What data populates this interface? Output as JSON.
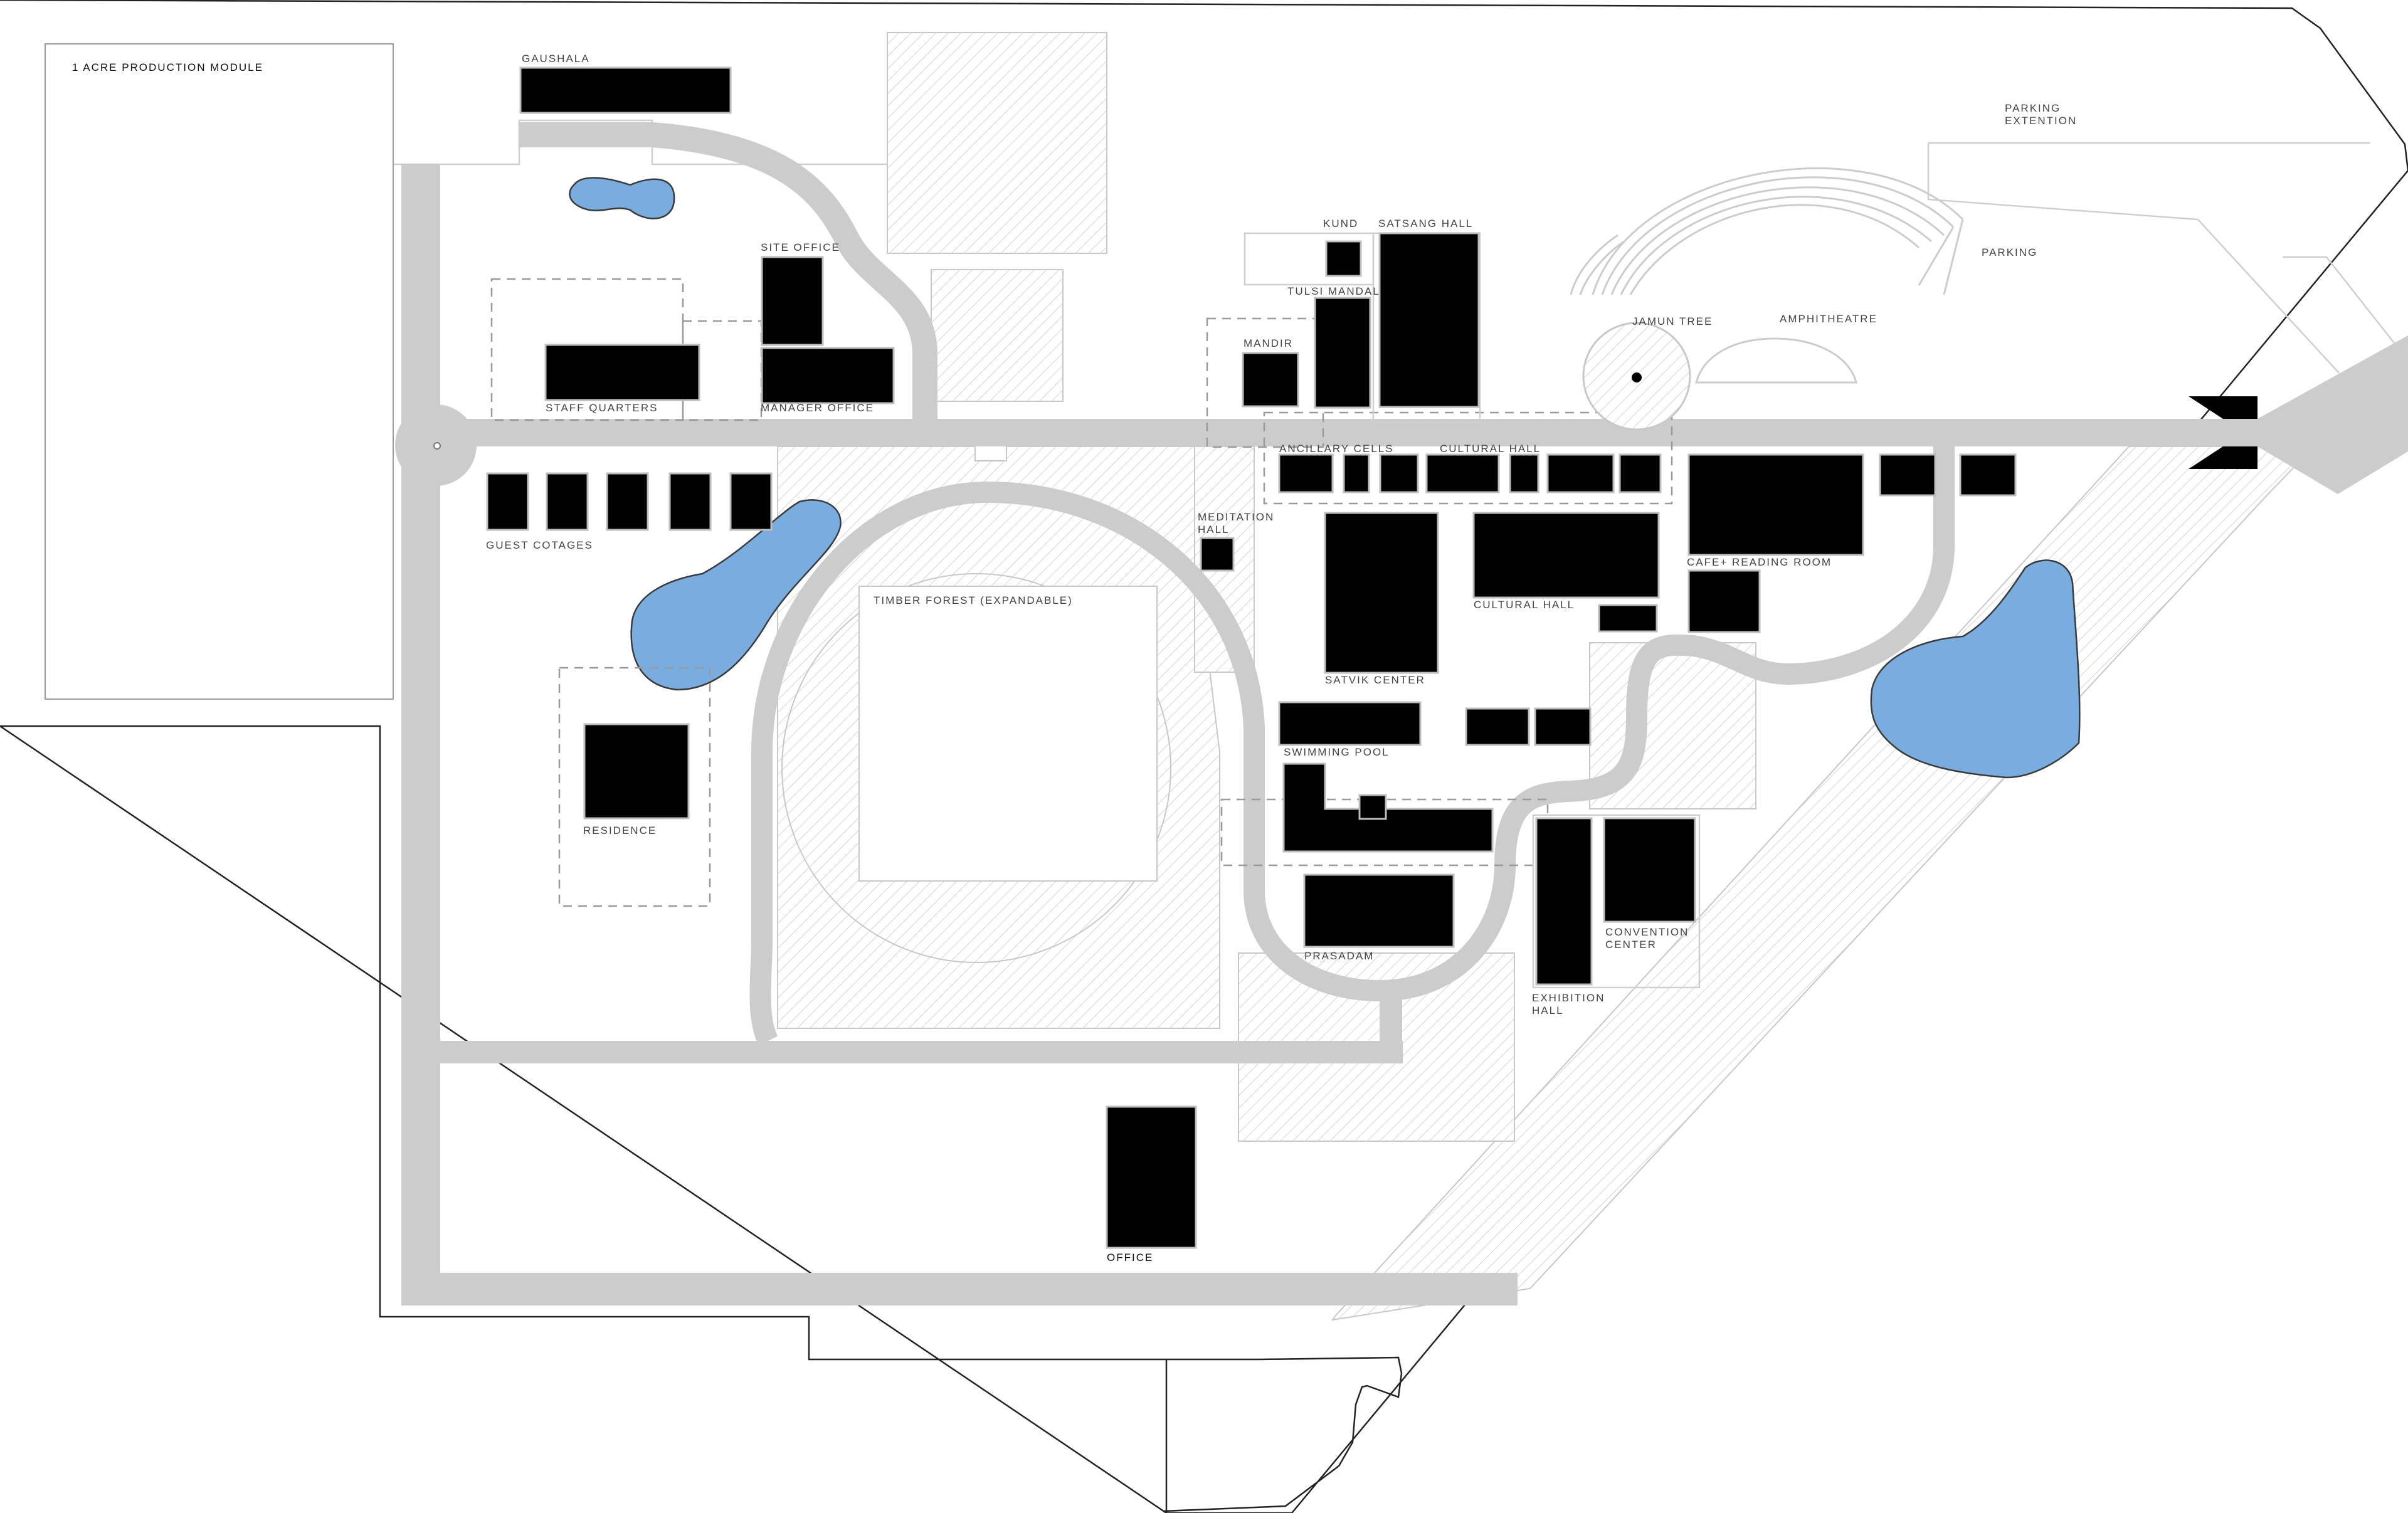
{
  "map": {
    "colors": {
      "building": "#000000",
      "road": "#cccccc",
      "water": "#79ade0",
      "hatch": "#cfcfcf",
      "boundary": "#222222",
      "background": "#ffffff"
    },
    "labels": {
      "production_module": "1 ACRE PRODUCTION MODULE",
      "gaushala": "GAUSHALA",
      "site_office": "SITE OFFICE",
      "staff_quarters": "STAFF QUARTERS",
      "manager_office": "MANAGER OFFICE",
      "guest_cotages": "GUEST COTAGES",
      "residence": "RESIDENCE",
      "timber_forest": "TIMBER FOREST (EXPANDABLE)",
      "kund": "KUND",
      "satsang_hall": "SATSANG HALL",
      "tulsi_mandal": "TULSI MANDAL",
      "mandir": "MANDIR",
      "ancillary_cells": "ANCILLARY CELLS",
      "cultural_hall_top": "CULTURAL HALL",
      "meditation_hall_1": "MEDITATION",
      "meditation_hall_2": "HALL",
      "satvik_center": "SATVIK CENTER",
      "cultural_hall": "CULTURAL HALL",
      "swimming_pool": "SWIMMING POOL",
      "prasadam": "PRASADAM",
      "exhibition_hall_1": "EXHIBITION",
      "exhibition_hall_2": "HALL",
      "convention_center_1": "CONVENTION",
      "convention_center_2": "CENTER",
      "cafe_reading_room": "CAFE+ READING ROOM",
      "jamun_tree": "JAMUN TREE",
      "amphitheatre": "AMPHITHEATRE",
      "parking": "PARKING",
      "parking_extention_1": "PARKING",
      "parking_extention_2": "EXTENTION",
      "office": "OFFICE"
    }
  }
}
